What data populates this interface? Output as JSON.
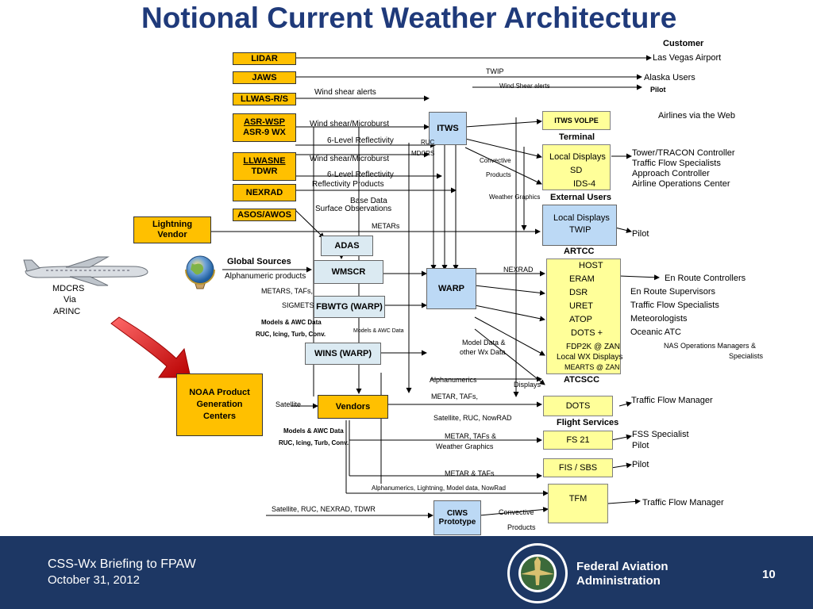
{
  "title": "Notional Current Weather Architecture",
  "sources": {
    "lidar": "LIDAR",
    "jaws": "JAWS",
    "llwas_rs": "LLWAS-R/S",
    "asr_wsp_1": "ASR-WSP",
    "asr_wsp_2": "ASR-9 WX",
    "llwasne_1": "LLWASNE",
    "llwasne_2": "TDWR",
    "nexrad": "NEXRAD",
    "asos": "ASOS/AWOS",
    "lightning_1": "Lightning",
    "lightning_2": "Vendor",
    "noaa_1": "NOAA Product",
    "noaa_2": "Generation",
    "noaa_3": "Centers",
    "vendors": "Vendors"
  },
  "systems": {
    "itws": "ITWS",
    "adas": "ADAS",
    "wmscr": "WMSCR",
    "fbwtg": "FBWTG (WARP)",
    "wins": "WINS (WARP)",
    "warp": "WARP",
    "ciws_1": "CIWS",
    "ciws_2": "Prototype"
  },
  "destinations": {
    "itws_volpe": "ITWS VOLPE",
    "terminal_header": "Terminal",
    "terminal_1": "Local Displays",
    "terminal_2": "SD",
    "terminal_3": "IDS-4",
    "external_header": "External Users",
    "external_1": "Local Displays",
    "external_2": "TWIP",
    "artcc_header": "ARTCC",
    "artcc_1": "HOST",
    "artcc_2": "ERAM",
    "artcc_3": "DSR",
    "artcc_4": "URET",
    "artcc_5": "ATOP",
    "artcc_6": "DOTS +",
    "artcc_7": "FDP2K @ ZAN",
    "artcc_8": "Local WX Displays",
    "artcc_9": "MEARTS @ ZAN",
    "atcscc_header": "ATCSCC",
    "dots": "DOTS",
    "flight_services_header": "Flight Services",
    "fs21": "FS 21",
    "fis_sbs": "FIS / SBS",
    "tfm": "TFM"
  },
  "customers": {
    "header": "Customer",
    "c1": "Las Vegas Airport",
    "c2": "Alaska Users",
    "c3": "Pilot",
    "c4": "Airlines via the Web",
    "c5": "Tower/TRACON Controller",
    "c6": "Traffic Flow Specialists",
    "c7": "Approach Controller",
    "c8": "Airline Operations Center",
    "c9": "Pilot",
    "c10": "En Route Controllers",
    "c11": "En Route Supervisors",
    "c12": "Traffic Flow Specialists",
    "c13": "Meteorologists",
    "c14": "Oceanic ATC",
    "c15": "NAS Operations Managers &",
    "c16": "Specialists",
    "c17": "Traffic Flow Manager",
    "c18": "FSS Specialist",
    "c19": "Pilot",
    "c20": "Pilot",
    "c21": "Traffic Flow Manager"
  },
  "labels": {
    "twip": "TWIP",
    "wind_shear_alerts_top": "Wind Shear alerts",
    "wind_shear_alerts": "Wind shear alerts",
    "wind_shear_micro_1": "Wind shear/Microburst",
    "six_level_1": "6-Level Reflectivity",
    "ruc": "RUC",
    "mdcrs_small": "MDCRS",
    "wind_shear_micro_2": "Wind shear/Microburst",
    "six_level_2": "6-Level Reflectivity",
    "reflectivity_products": "Reflectivity Products",
    "convective": "Convective",
    "products": "Products",
    "weather_graphics": "Weather Graphics",
    "base_data": "Base Data",
    "surface_obs": "Surface Observations",
    "metars": "METARs",
    "global_sources": "Global Sources",
    "alphanumeric_products": "Alphanumeric products",
    "metars_tafs": "METARS, TAFs,",
    "sigmets": "SIGMETS",
    "models_awc_1": "Models & AWC  Data",
    "ruc_icing_1": "RUC, Icing, Turb, Conv.",
    "models_awc_small": "Models & AWC Data",
    "nexrad_label": "NEXRAD",
    "model_data_1": "Model Data &",
    "model_data_2": "other Wx Data",
    "alphanumerics": "Alphanumerics",
    "displays": "Displays",
    "metar_tafs_1": "METAR, TAFs,",
    "satellite": "Satellite",
    "satellite_ruc_nowrad": "Satellite, RUC, NowRAD",
    "models_awc_2": "Models & AWC  Data",
    "ruc_icing_2": "RUC, Icing, Turb, Conv.",
    "metar_tafs_and": "METAR, TAFs &",
    "weather_graphics_2": "Weather Graphics",
    "metar_and_tafs": "METAR & TAFs",
    "alphanumerics_lightning": "Alphanumerics, Lightning, Model data, NowRad",
    "satellite_ruc_nexrad_tdwr": "Satellite, RUC, NEXRAD, TDWR",
    "convective_2": "Convective",
    "products_2": "Products",
    "mdcrs_1": "MDCRS",
    "mdcrs_2": "Via",
    "mdcrs_3": "ARINC"
  },
  "footer": {
    "briefing": "CSS-Wx Briefing to FPAW",
    "date": "October 31,  2012",
    "faa_1": "Federal Aviation",
    "faa_2": "Administration",
    "page": "10"
  },
  "colors": {
    "title": "#1f3a7a",
    "source_box": "#ffc000",
    "destination_box": "#ffff99",
    "system_box": "#dbeaf2",
    "warp_box": "#bcd9f5",
    "footer": "#1d3764",
    "arrow_red": "#d42020"
  }
}
